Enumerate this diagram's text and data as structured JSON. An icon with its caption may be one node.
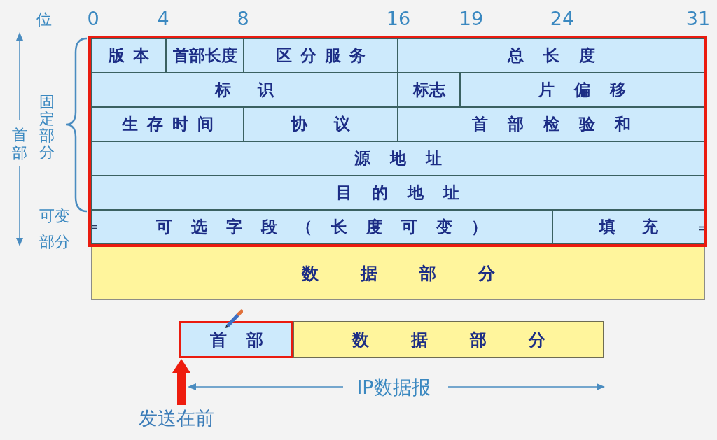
{
  "diagram": {
    "nodes": [
      {
        "text": [],
        "shape": "box"
      },
      {
        "text": [
          "版本"
        ],
        "in": 0
      },
      {
        "text": [
          "首部长度"
        ],
        "in": 0
      },
      {
        "text": [
          "区分服务"
        ],
        "in": 0
      },
      {
        "text": [
          "总长度"
        ],
        "in": 0
      },
      {
        "text": [
          "标识"
        ],
        "in": 0
      },
      {
        "text": [
          "标志"
        ],
        "in": 0
      },
      {
        "text": [
          "片偏移"
        ],
        "in": 0
      },
      {
        "text": [
          "生存时间"
        ],
        "in": 0
      },
      {
        "text": [
          "协议"
        ],
        "in": 0
      },
      {
        "text": [
          "首部检验和"
        ],
        "in": 0
      },
      {
        "text": [
          "源地址"
        ],
        "in": 0
      },
      {
        "text": [
          "目的地址"
        ],
        "in": 0
      },
      {
        "text": [
          "可选字段（长度可变）"
        ],
        "in": 0
      },
      {
        "text": [
          "填充"
        ],
        "in": 0
      },
      {
        "text": [
          "数据部分"
        ]
      },
      {
        "text": [
          "首部"
        ]
      },
      {
        "text": [
          "数据部分"
        ]
      },
      {
        "text": [
          "发送在前"
        ]
      }
    ],
    "edges": [
      {
        "from": 18,
        "to": 16,
        "arrow": "to",
        "color": "#ee1c0e"
      }
    ],
    "labels": [
      "位",
      "0",
      "4",
      "8",
      "16",
      "19",
      "24",
      "31",
      "首部",
      "固定部分",
      "可变部分",
      "IP数据报"
    ]
  }
}
